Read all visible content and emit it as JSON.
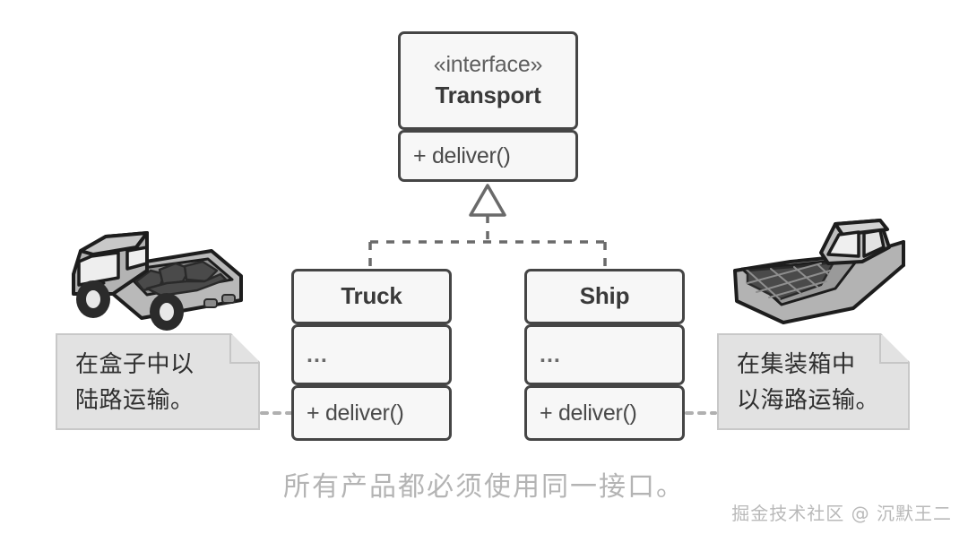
{
  "diagram": {
    "type": "uml-class-diagram",
    "title_caption": "所有产品都必须使用同一接口。",
    "watermark": "掘金技术社区 @ 沉默王二",
    "colors": {
      "background": "#ffffff",
      "box_fill": "#f7f7f7",
      "box_border": "#454545",
      "note_fill": "#e2e2e2",
      "note_border": "#c8c8c8",
      "connector": "#6a6a6a",
      "caption_text": "#b4b4b4",
      "class_text": "#3a3a3a",
      "stereotype_text": "#5e5e5e"
    }
  },
  "interface": {
    "stereotype": "«interface»",
    "name": "Transport",
    "operations": [
      {
        "text": "+ deliver()"
      }
    ]
  },
  "classes": [
    {
      "id": "truck",
      "name": "Truck",
      "attributes": "...",
      "operations": "+ deliver()"
    },
    {
      "id": "ship",
      "name": "Ship",
      "attributes": "...",
      "operations": "+ deliver()"
    }
  ],
  "notes": [
    {
      "id": "note-left",
      "line1": "在盒子中以",
      "line2": "陆路运输。"
    },
    {
      "id": "note-right",
      "line1": "在集装箱中",
      "line2": "以海路运输。"
    }
  ],
  "illustrations": [
    {
      "id": "truck-illustration",
      "name": "pickup-truck-with-cargo"
    },
    {
      "id": "ship-illustration",
      "name": "cargo-boat-with-cargo"
    }
  ],
  "relations": [
    {
      "from": "Truck",
      "to": "Transport",
      "kind": "realization"
    },
    {
      "from": "Ship",
      "to": "Transport",
      "kind": "realization"
    }
  ]
}
